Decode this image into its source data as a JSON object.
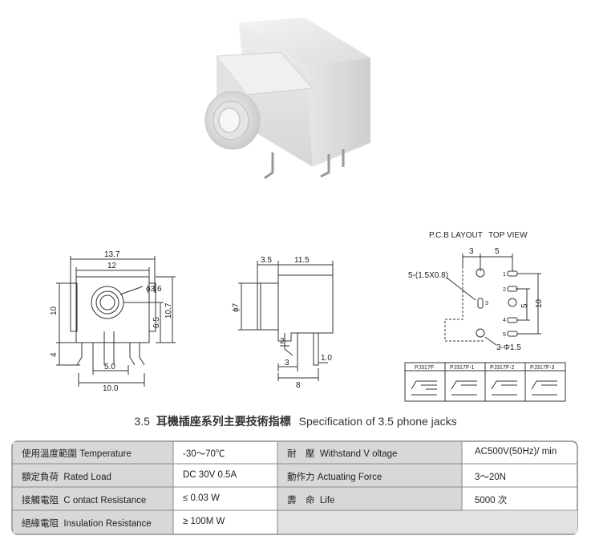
{
  "drawings": {
    "front": {
      "dim_top_outer": "13.7",
      "dim_top_inner": "12",
      "dim_hole": "ϕ3.6",
      "dim_left_height": "10",
      "dim_right_height": "10.7",
      "dim_center_height": "6.5",
      "dim_pin_length": "4",
      "dim_pin_spacing": "5.0",
      "dim_bottom": "10.0"
    },
    "side": {
      "dim_front": "3.5",
      "dim_body": "11.5",
      "dim_diameter": "ϕ7",
      "dim_small": "2",
      "dim_pin_offset": "3",
      "dim_pin_width": "1.0",
      "dim_length": "8"
    },
    "pcb": {
      "title": "P.C.B LAYOUT",
      "subtitle": "TOP VIEW",
      "dim_3": "3",
      "dim_5_top": "5",
      "dim_slot": "5-(1.5X0.8)",
      "dim_5_right": "5",
      "dim_10_right": "10",
      "dim_hole": "3-Φ1.5",
      "pins": [
        "1",
        "2",
        "3",
        "4",
        "5"
      ],
      "variants": [
        "PJ317F",
        "PJ317F-1",
        "PJ317F-2",
        "PJ317F-3"
      ]
    }
  },
  "spec": {
    "number": "3.5",
    "title_cn": "耳機插座系列主要技術指標",
    "title_en": "Specification of 3.5 phone jacks",
    "rows": [
      {
        "label1_cn": "使用溫度範圍",
        "label1_en": "Temperature",
        "value1": "-30～70℃",
        "label2_cn": "耐　壓",
        "label2_en": "Withstand V oltage",
        "value2": "AC500V(50Hz)/ min"
      },
      {
        "label1_cn": "額定負荷",
        "label1_en": "Rated Load",
        "value1": "DC  30V  0.5A",
        "label2_cn": "動作力",
        "label2_en": "Actuating Force",
        "value2": "3～20N"
      },
      {
        "label1_cn": "接觸電阻",
        "label1_en": "C ontact Resistance",
        "value1": "≤ 0.03 W",
        "label2_cn": "壽　命",
        "label2_en": "Life",
        "value2": "5000 次"
      },
      {
        "label1_cn": "絕緣電阻",
        "label1_en": "Insulation Resistance",
        "value1": "≥ 100M W",
        "label2_cn": "",
        "label2_en": "",
        "value2": ""
      }
    ]
  }
}
